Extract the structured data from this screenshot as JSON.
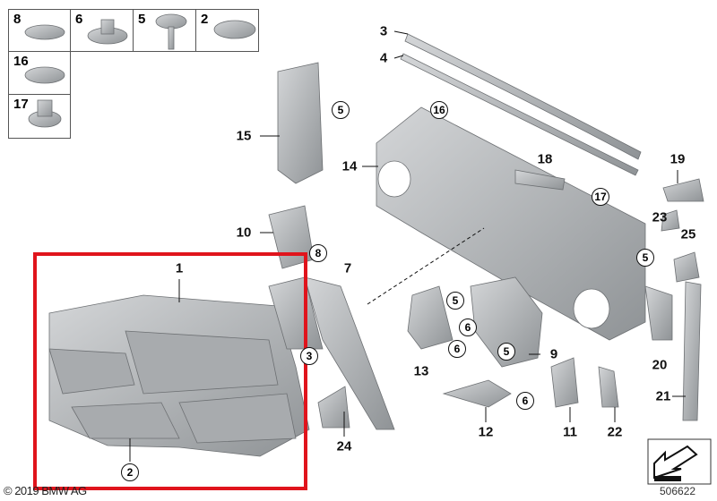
{
  "fastener_table": [
    {
      "label": "8"
    },
    {
      "label": "6"
    },
    {
      "label": "5"
    },
    {
      "label": "2"
    },
    {
      "label": "16"
    },
    {
      "label": "17"
    }
  ],
  "callouts": {
    "c1": "1",
    "c2": "2",
    "c3": "3",
    "c4": "4",
    "c5": "5",
    "c6": "6",
    "c7": "7",
    "c8": "8",
    "c9": "9",
    "c10": "10",
    "c11": "11",
    "c12": "12",
    "c13": "13",
    "c14": "14",
    "c15": "15",
    "c16": "16",
    "c17": "17",
    "c18": "18",
    "c19": "19",
    "c20": "20",
    "c21": "21",
    "c22": "22",
    "c23": "23",
    "c24": "24",
    "c25": "25"
  },
  "footer": {
    "copyright": "© 2019 BMW AG",
    "diagram_number": "506622"
  },
  "colors": {
    "highlight": "#e0141c",
    "part": "#b9bcbf"
  }
}
